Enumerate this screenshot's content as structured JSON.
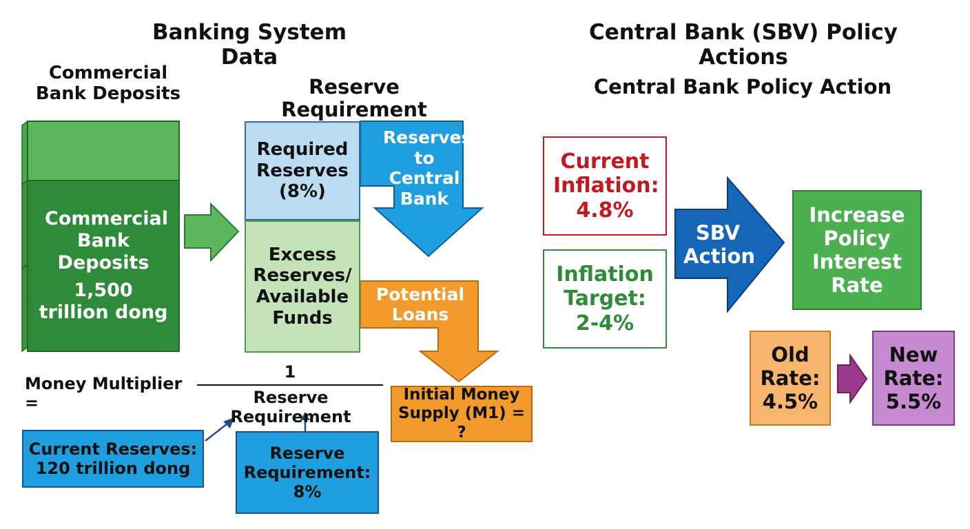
{
  "left": {
    "title": "Banking System Data",
    "deposits": {
      "heading": "Commercial Bank Deposits",
      "label": "Commercial Bank Deposits",
      "value": "1,500 trillion dong"
    },
    "reserve_requirement": {
      "heading": "Reserve Requirement",
      "required": "Required Reserves (8%)",
      "excess": "Excess Reserves/ Available Funds",
      "to_central_bank": "Reserves to Central Bank",
      "potential_loans": "Potential Loans"
    },
    "formula": {
      "label": "Money Multiplier =",
      "numerator": "1",
      "denominator": "Reserve Requirement"
    },
    "current_reserves": "Current Reserves: 120 trillion dong",
    "reserve_req_box": "Reserve Requirement: 8%",
    "initial_money_supply": "Initial Money Supply (M1) = ?"
  },
  "right": {
    "title": "Central Bank (SBV) Policy Actions",
    "heading": "Central Bank Policy Action",
    "current_inflation": "Current Inflation: 4.8%",
    "inflation_target": "Inflation Target: 2-4%",
    "sbv_action": "SBV Action",
    "increase_rate": "Increase Policy Interest Rate",
    "old_rate": "Old Rate: 4.5%",
    "new_rate": "New Rate: 5.5%"
  },
  "colors": {
    "green_dark": "#2e8b3a",
    "green_light": "#5cb85c",
    "blue_light": "#bcdcf2",
    "green_pale": "#c5e3b9",
    "blue": "#1f9ee0",
    "orange": "#f39a2c",
    "red": "#c0191f",
    "sbv_blue": "#1565b8",
    "peach": "#f7b56d",
    "purple": "#c68ad0"
  }
}
